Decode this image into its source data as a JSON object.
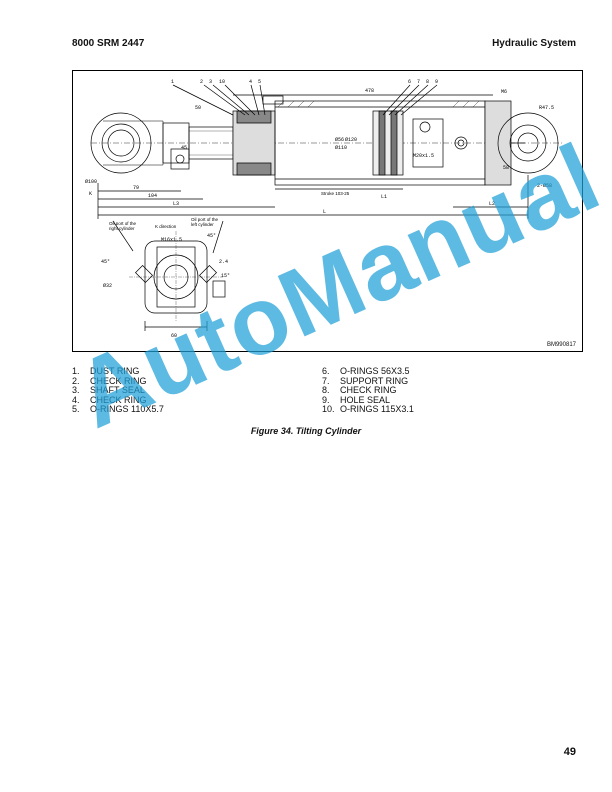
{
  "header": {
    "left": "8000 SRM 2447",
    "right": "Hydraulic System"
  },
  "figure": {
    "code": "BM990817",
    "caption": "Figure 34. Tilting Cylinder",
    "callouts": [
      "1",
      "2",
      "3",
      "10",
      "4",
      "5",
      "6",
      "7",
      "8",
      "9"
    ],
    "dimensions": {
      "d478": "478",
      "m6": "M6",
      "r47": "R47.5",
      "d50": "50",
      "d45": "45",
      "d79": "79",
      "d104": "104",
      "l3a": "L3",
      "l1": "L1",
      "l2": "L2",
      "l": "L",
      "stroke": "Stroke 103-25",
      "phi100": "Ø100",
      "m20": "M20x1.5",
      "d58": "58",
      "phi58": "2-Ø58",
      "k": "K",
      "phi56": "Ø56",
      "phi110": "Ø110",
      "phi120": "Ø120",
      "m16": "M16x1.5",
      "d60": "60",
      "d24": "2.4",
      "a15": "15°",
      "a45": "45°",
      "a45b": "45°",
      "phi32": "Ø32"
    },
    "notes": {
      "oil_right": [
        "Oil port of the",
        "right cylinder"
      ],
      "k_direction": "K direction",
      "oil_left": [
        "Oil port of the",
        "left cylinder"
      ]
    }
  },
  "parts_left": [
    {
      "num": "1.",
      "name": "DUST RING"
    },
    {
      "num": "2.",
      "name": "CHECK RING"
    },
    {
      "num": "3.",
      "name": "SHAFT SEAL"
    },
    {
      "num": "4.",
      "name": "CHECK RING"
    },
    {
      "num": "5.",
      "name": "O-RINGS 110X5.7"
    }
  ],
  "parts_right": [
    {
      "num": "6.",
      "name": "O-RINGS 56X3.5"
    },
    {
      "num": "7.",
      "name": "SUPPORT RING"
    },
    {
      "num": "8.",
      "name": "CHECK RING"
    },
    {
      "num": "9.",
      "name": "HOLE SEAL"
    },
    {
      "num": "10.",
      "name": "O-RINGS 115X3.1"
    }
  ],
  "watermark": "AutoManual",
  "page_number": "49"
}
